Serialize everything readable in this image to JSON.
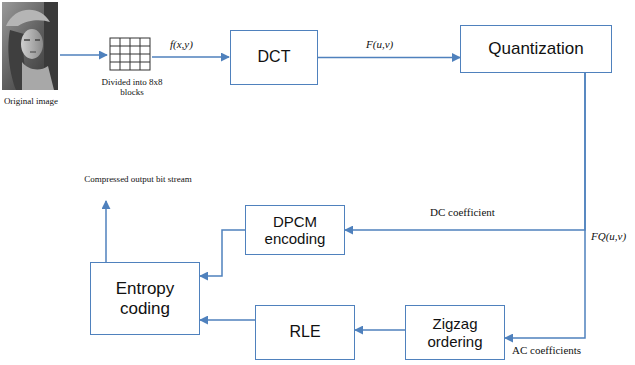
{
  "diagram": {
    "nodes": [
      {
        "text": [
          "DCT"
        ]
      },
      {
        "text": [
          "Quantization"
        ]
      },
      {
        "text": [
          "DPCM encoding"
        ]
      },
      {
        "text": [
          "Entropy coding"
        ]
      },
      {
        "text": [
          "RLE"
        ]
      },
      {
        "text": [
          "Zigzag ordering"
        ]
      }
    ],
    "edges": [
      {
        "from": 0,
        "to": 1,
        "arrow": "to",
        "label": "F(u,v)"
      },
      {
        "from": 1,
        "to": 2,
        "arrow": "to",
        "label": "DC coefficient"
      },
      {
        "from": 1,
        "to": 5,
        "arrow": "to",
        "label": "AC coefficients"
      },
      {
        "from": 5,
        "to": 4,
        "arrow": "to"
      },
      {
        "from": 4,
        "to": 3,
        "arrow": "to"
      },
      {
        "from": 2,
        "to": 3,
        "arrow": "to"
      }
    ],
    "labels": [
      "Original image",
      "Divided into 8x8 blocks",
      "f(x,y)",
      "FQ(u,v)",
      "Compressed output bit stream"
    ]
  }
}
